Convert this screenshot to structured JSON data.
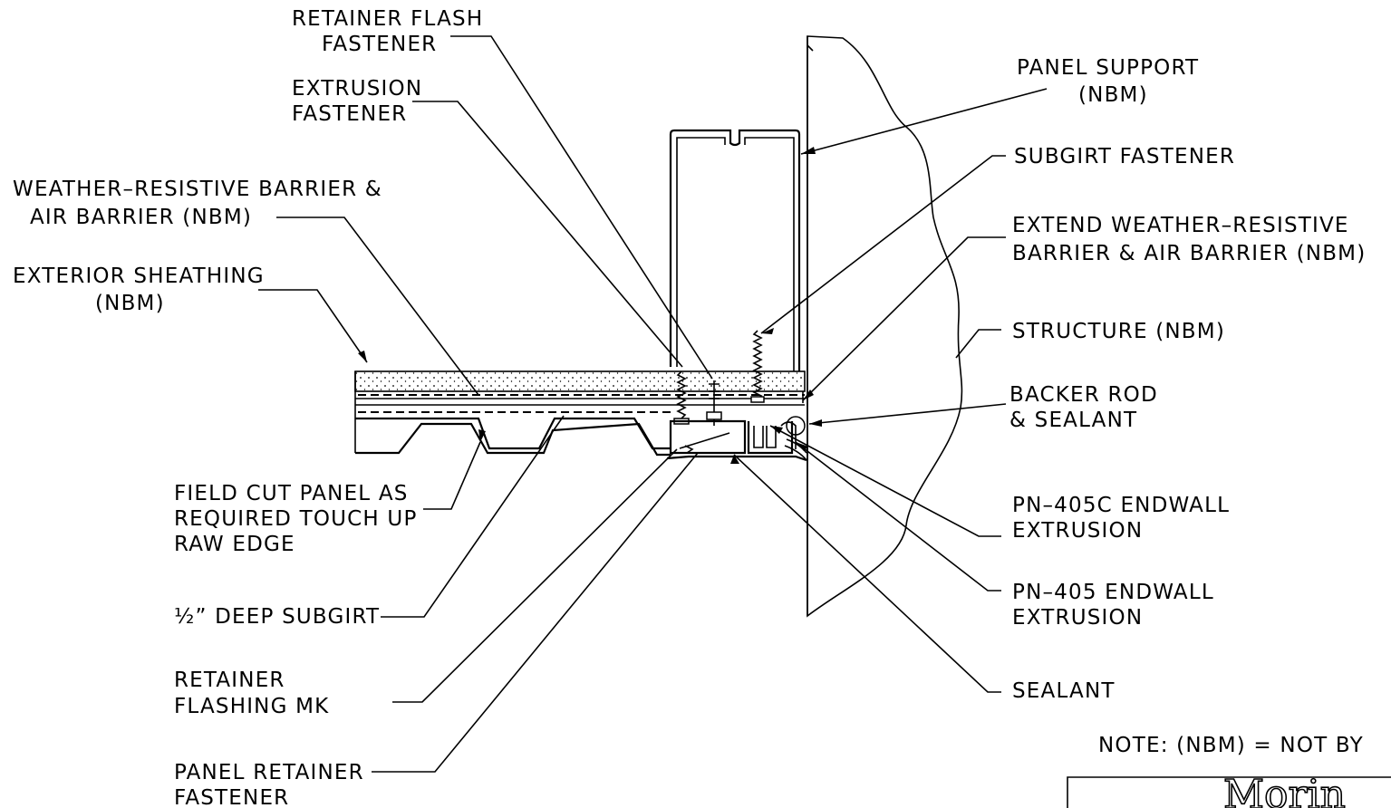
{
  "labels": {
    "retainer_flash_fastener": [
      "RETAINER FLASH",
      "FASTENER"
    ],
    "extrusion_fastener": [
      "EXTRUSION",
      "FASTENER"
    ],
    "weather_barrier": [
      "WEATHER–RESISTIVE BARRIER &",
      "AIR BARRIER (NBM)"
    ],
    "exterior_sheathing": [
      "EXTERIOR SHEATHING",
      "(NBM)"
    ],
    "field_cut_panel": [
      "FIELD CUT PANEL AS",
      "REQUIRED TOUCH UP",
      "RAW EDGE"
    ],
    "deep_subgirt": [
      "½” DEEP SUBGIRT"
    ],
    "retainer_flashing": [
      "RETAINER",
      "FLASHING MK"
    ],
    "panel_retainer_fastener": [
      "PANEL RETAINER",
      "FASTENER"
    ],
    "panel_support": [
      "PANEL SUPPORT",
      "(NBM)"
    ],
    "subgirt_fastener": [
      "SUBGIRT FASTENER"
    ],
    "extend_barrier": [
      "EXTEND WEATHER–RESISTIVE",
      "BARRIER & AIR BARRIER (NBM)"
    ],
    "structure": [
      "STRUCTURE (NBM)"
    ],
    "backer_rod": [
      "BACKER ROD",
      "& SEALANT"
    ],
    "pn405c": [
      "PN–405C ENDWALL",
      "EXTRUSION"
    ],
    "pn405": [
      "PN–405 ENDWALL",
      "EXTRUSION"
    ],
    "sealant": [
      "SEALANT"
    ],
    "note": [
      "NOTE: (NBM) = NOT BY"
    ]
  },
  "logo_text": "Morin"
}
